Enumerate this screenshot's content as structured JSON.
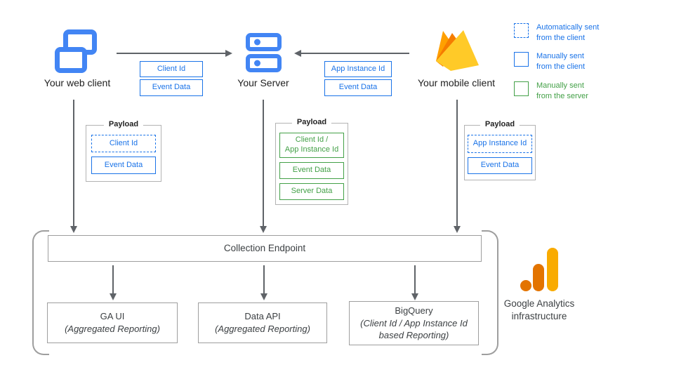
{
  "clients": {
    "web": {
      "label": "Your web client"
    },
    "server": {
      "label": "Your Server"
    },
    "mobile": {
      "label": "Your mobile client"
    }
  },
  "flow_web_to_server": {
    "tags": [
      "Client Id",
      "Event Data"
    ]
  },
  "flow_mobile_to_server": {
    "tags": [
      "App Instance Id",
      "Event Data"
    ]
  },
  "legend": {
    "items": [
      {
        "label": "Automatically sent\nfrom the client",
        "style": "dashed-blue"
      },
      {
        "label": "Manually sent\nfrom the client",
        "style": "solid-blue"
      },
      {
        "label": "Manually sent\nfrom the server",
        "style": "solid-green"
      }
    ]
  },
  "payloads": {
    "web": {
      "title": "Payload",
      "items": [
        {
          "label": "Client Id",
          "style": "dashed-blue"
        },
        {
          "label": "Event Data",
          "style": "solid-blue"
        }
      ]
    },
    "server": {
      "title": "Payload",
      "items": [
        {
          "label": "Client Id /\nApp Instance Id",
          "style": "solid-green"
        },
        {
          "label": "Event Data",
          "style": "solid-green"
        },
        {
          "label": "Server Data",
          "style": "solid-green"
        }
      ]
    },
    "mobile": {
      "title": "Payload",
      "items": [
        {
          "label": "App Instance Id",
          "style": "dashed-blue"
        },
        {
          "label": "Event Data",
          "style": "solid-blue"
        }
      ]
    }
  },
  "infrastructure": {
    "collection_endpoint": "Collection Endpoint",
    "outputs": [
      {
        "name": "GA UI",
        "subtitle": "(Aggregated Reporting)"
      },
      {
        "name": "Data API",
        "subtitle": "(Aggregated Reporting)"
      },
      {
        "name": "BigQuery",
        "subtitle": "(Client Id / App Instance Id\nbased Reporting)"
      }
    ],
    "brand_label": "Google Analytics\ninfrastructure"
  },
  "colors": {
    "blue_border_text": "#1a73e8",
    "icon_blue": "#4285F4",
    "green": "#43A047",
    "arrow_gray": "#5f6368",
    "box_gray": "#9e9e9e",
    "ga_orange": "#E37400",
    "ga_amber": "#F9AB00",
    "firebase_amber": "#FFA000",
    "firebase_orange": "#F57C00",
    "firebase_yellow": "#FFCA28"
  }
}
